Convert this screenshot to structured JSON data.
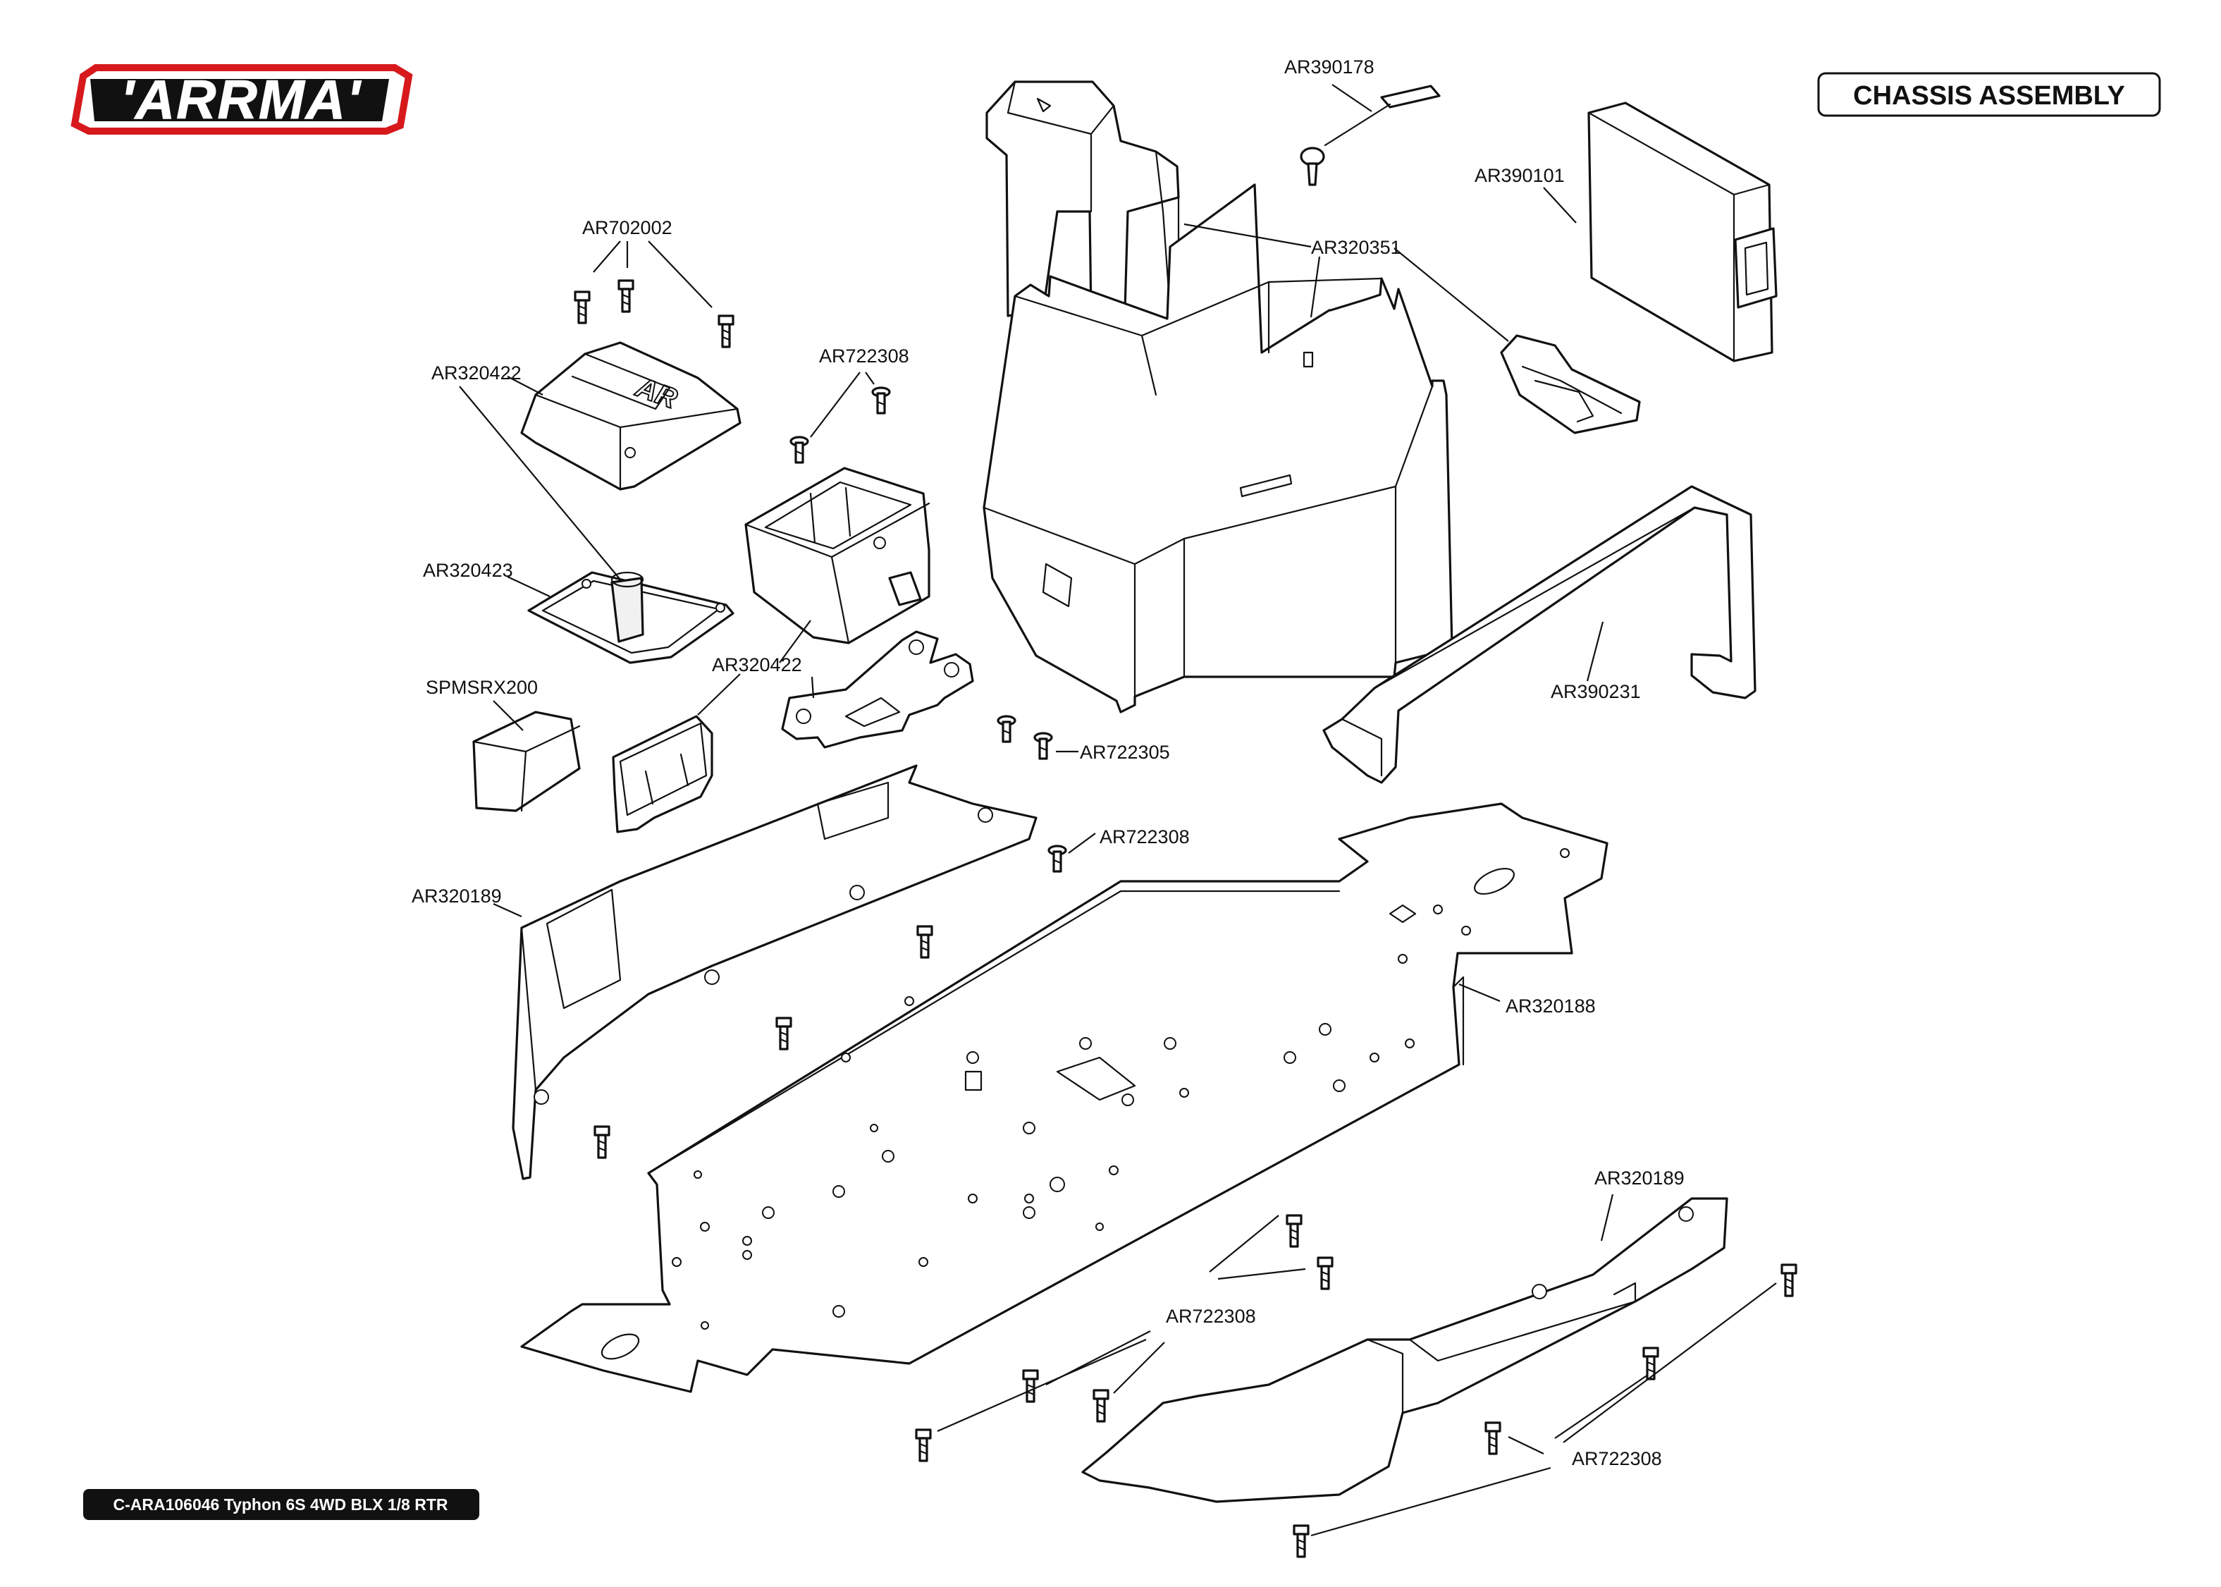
{
  "brand": {
    "logo_text": "'ARRMA'",
    "accent_color": "#d7191c"
  },
  "title": "CHASSIS ASSEMBLY",
  "footer": "C-ARA106046 Typhon 6S 4WD BLX 1/8 RTR",
  "labels": {
    "ar390178": "AR390178",
    "ar390101": "AR390101",
    "ar320351": "AR320351",
    "ar702002": "AR702002",
    "ar722308_top": "AR722308",
    "ar320422_top": "AR320422",
    "ar320423": "AR320423",
    "spmsrx200": "SPMSRX200",
    "ar320422_mid": "AR320422",
    "ar722305": "AR722305",
    "ar390231": "AR390231",
    "ar722308_mid": "AR722308",
    "ar320189_left": "AR320189",
    "ar320188": "AR320188",
    "ar320189_right": "AR320189",
    "ar722308_low": "AR722308",
    "ar722308_bottom": "AR722308"
  }
}
